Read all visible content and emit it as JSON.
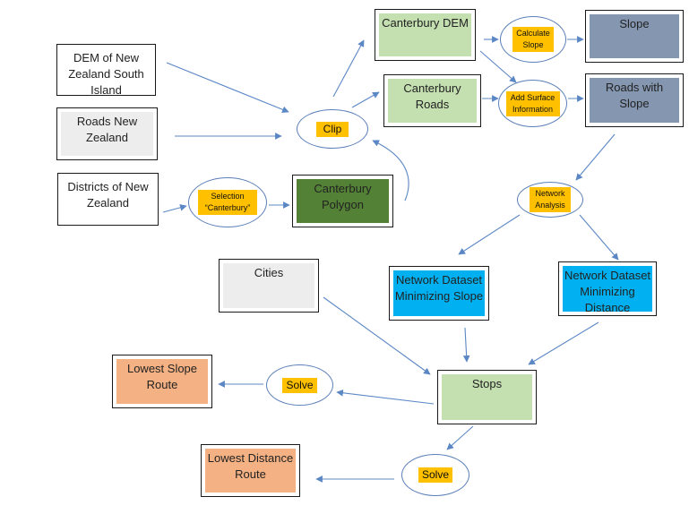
{
  "nodes": {
    "dem_nz": "DEM of New Zealand South Island",
    "roads_nz": "Roads New Zealand",
    "districts_nz": "Districts of New Zealand",
    "selection": "Selection “Canterbury”",
    "canterbury_polygon": "Canterbury Polygon",
    "clip": "Clip",
    "canterbury_dem": "Canterbury DEM",
    "canterbury_roads": "Canterbury Roads",
    "calculate_slope": "Calculate Slope",
    "add_surface_info": "Add Surface Information",
    "slope": "Slope",
    "roads_with_slope": "Roads with Slope",
    "network_analysis": "Network Analysis",
    "nd_min_slope": "Network Dataset Minimizing Slope",
    "nd_min_distance": "Network Dataset Minimizing Distance",
    "cities": "Cities",
    "stops": "Stops",
    "solve_1": "Solve",
    "solve_2": "Solve",
    "lowest_slope_route": "Lowest Slope Route",
    "lowest_distance_route": "Lowest Distance Route"
  },
  "colors": {
    "arrow": "#5b87c5",
    "process_tag": "#ffc000",
    "input_gray": "#ededed",
    "light_green": "#c4dfb0",
    "dark_green": "#538135",
    "slate": "#8496b0",
    "blue": "#00b0f0",
    "peach": "#f4b183"
  }
}
